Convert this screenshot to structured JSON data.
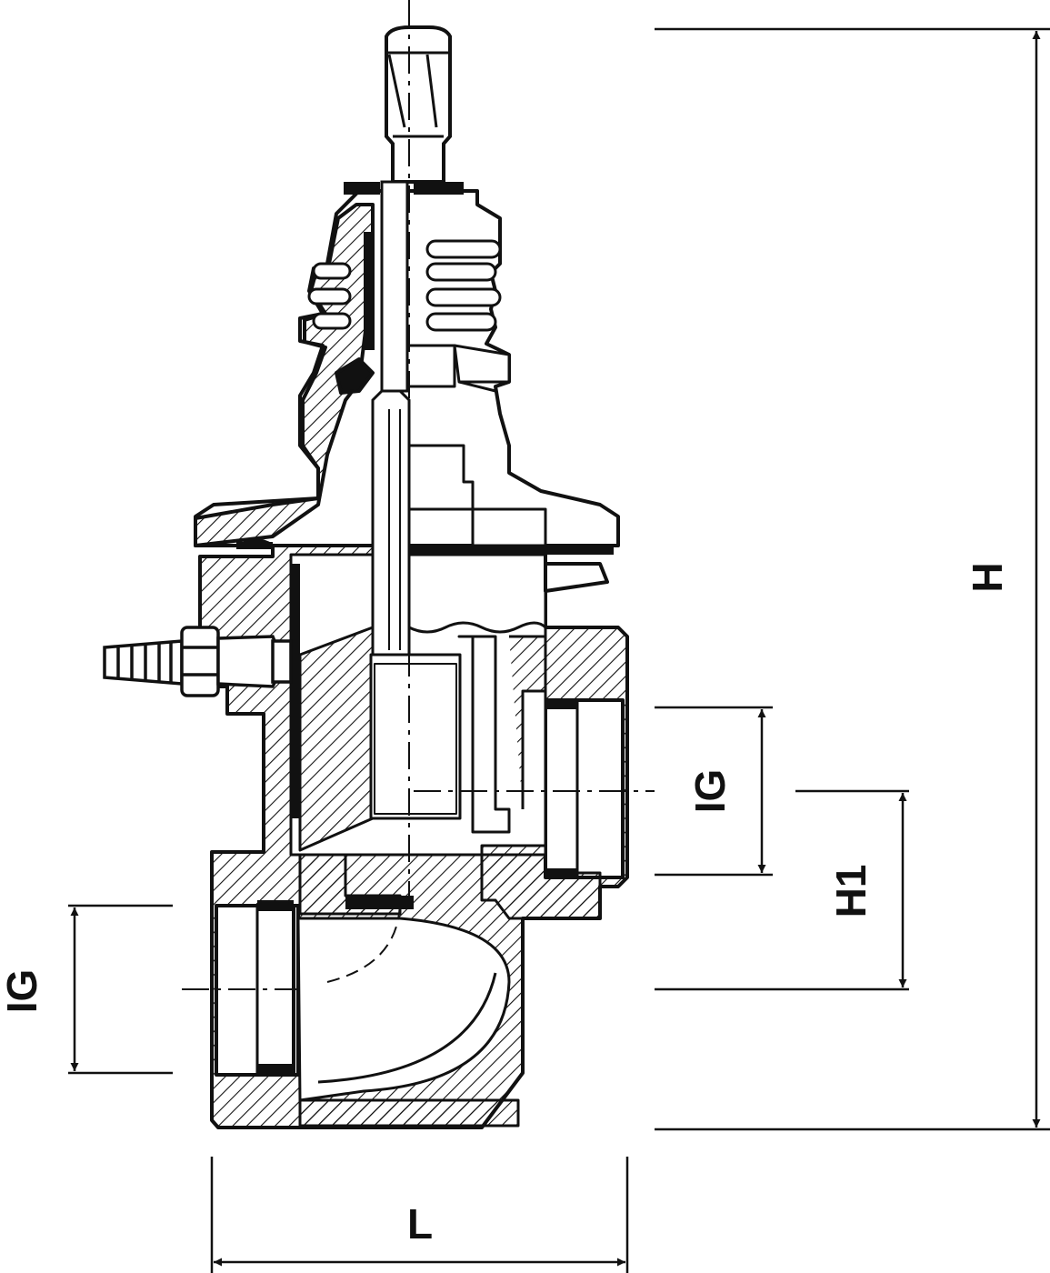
{
  "labels": {
    "height_total": "H",
    "thread_outlet": "IG",
    "height_outlet": "H1",
    "thread_inlet": "IG",
    "length": "L"
  },
  "colors": {
    "line": "#111111",
    "background": "#ffffff"
  }
}
